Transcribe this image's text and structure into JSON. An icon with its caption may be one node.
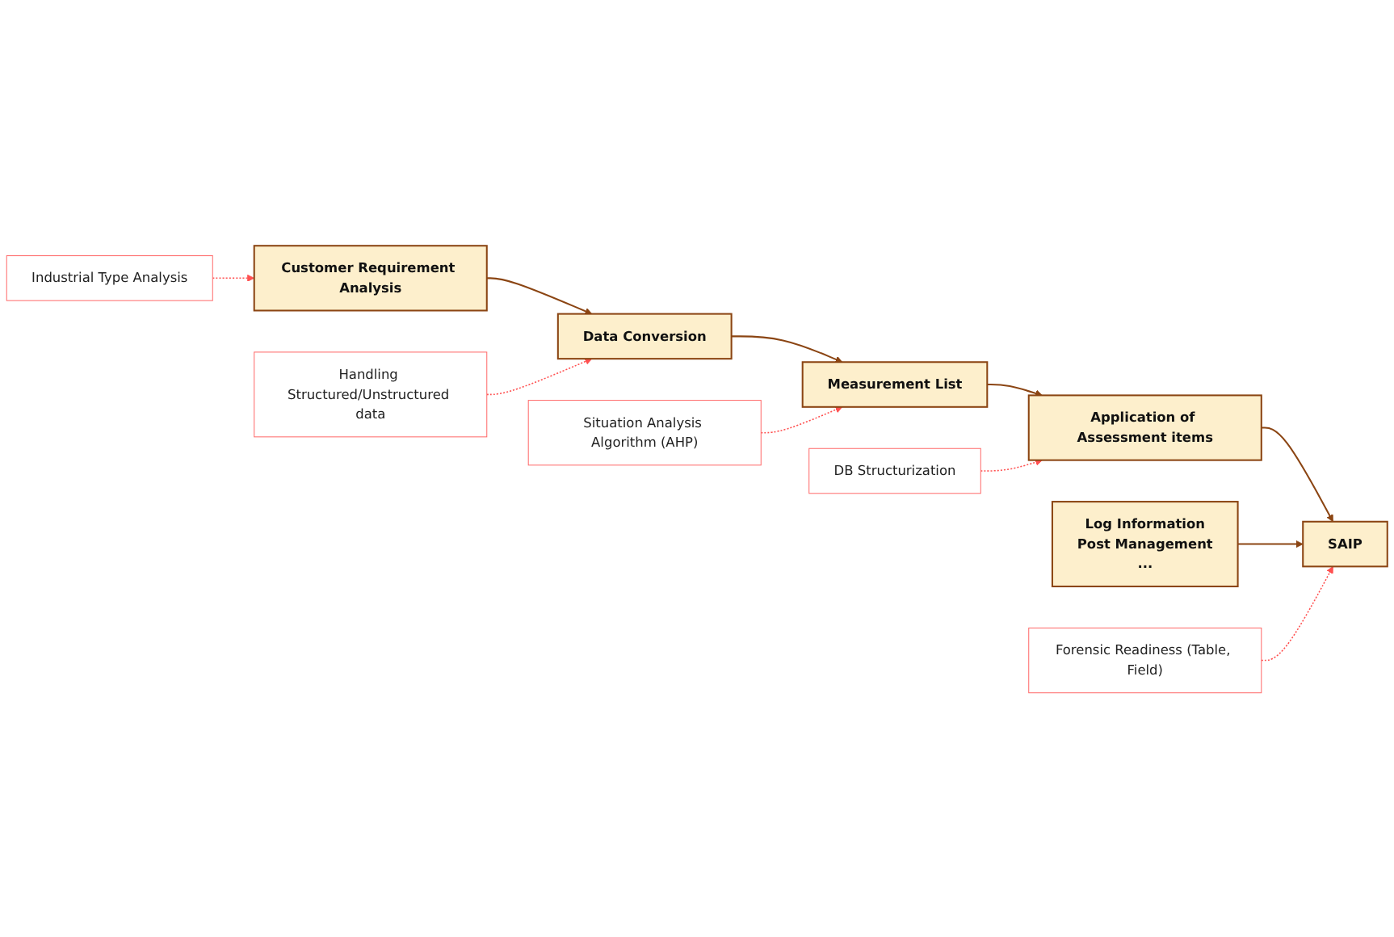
{
  "diagram": {
    "nodes": [
      {
        "text": [
          "Log Information",
          "Post Management",
          "..."
        ]
      },
      {
        "text": [
          "Customer Requirement Analysis"
        ]
      },
      {
        "text": [
          "Industrial Type Analysis"
        ]
      },
      {
        "text": [
          "Data Conversion"
        ]
      },
      {
        "text": [
          "Handling Structured/Unstructured data"
        ]
      },
      {
        "text": [
          "Measurement List"
        ]
      },
      {
        "text": [
          "Situation Analysis Algorithm (AHP)"
        ]
      },
      {
        "text": [
          "Application of Assessment items"
        ]
      },
      {
        "text": [
          "DB Structurization"
        ]
      },
      {
        "text": [
          "SAIP"
        ]
      },
      {
        "text": [
          "Forensic Readiness (Table, Field)"
        ]
      }
    ],
    "edges": [
      {
        "from": 1,
        "to": 3,
        "arrow": "to"
      },
      {
        "from": 3,
        "to": 5,
        "arrow": "to"
      },
      {
        "from": 5,
        "to": 7,
        "arrow": "to"
      },
      {
        "from": 7,
        "to": 9,
        "arrow": "to"
      },
      {
        "from": 0,
        "to": 9,
        "arrow": "to"
      },
      {
        "from": 2,
        "to": 1,
        "arrow": "to",
        "style": "dashed",
        "color": "#ff5050"
      },
      {
        "from": 4,
        "to": 3,
        "arrow": "to",
        "style": "dashed",
        "color": "#ff5050"
      },
      {
        "from": 6,
        "to": 5,
        "arrow": "to",
        "style": "dashed",
        "color": "#ff5050"
      },
      {
        "from": 8,
        "to": 7,
        "arrow": "to",
        "style": "dashed",
        "color": "#ff5050"
      },
      {
        "from": 10,
        "to": 9,
        "arrow": "to",
        "style": "dashed",
        "color": "#ff5050"
      }
    ]
  }
}
